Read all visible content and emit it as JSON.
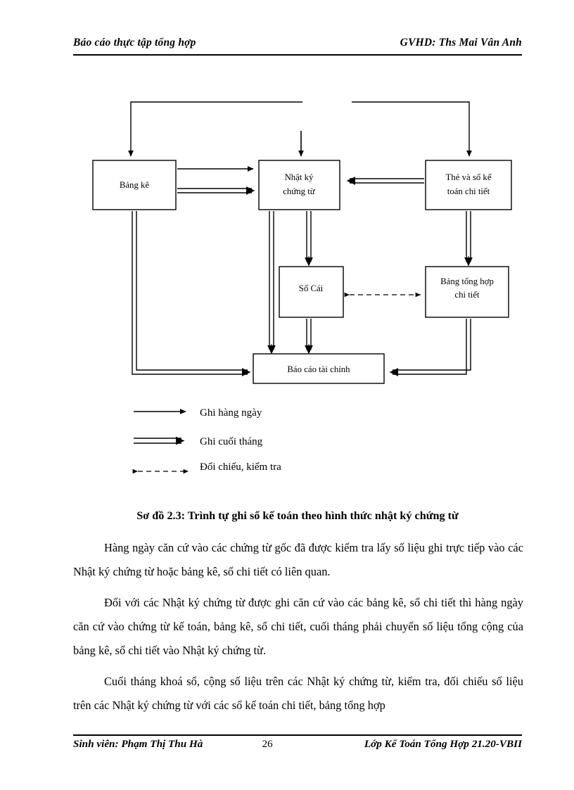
{
  "header": {
    "left": "Báo cáo thực tập tổng hợp",
    "right": "GVHD: Ths Mai Vân Anh"
  },
  "diagram": {
    "boxes": {
      "bang_ke": "Bảng kê",
      "nhat_ky_line1": "Nhật ký",
      "nhat_ky_line2": "chứng từ",
      "the_va_so_line1": "Thẻ và sổ kế",
      "the_va_so_line2": "toán chi tiết",
      "so_cai": "Sổ Cái",
      "bang_tong_hop_line1": "Bảng tổng hợp",
      "bang_tong_hop_line2": "chi tiết",
      "bao_cao": "Báo cáo tài chính"
    },
    "legend": [
      {
        "key": "daily",
        "label": "Ghi hàng ngày",
        "style": "thin-arrow"
      },
      {
        "key": "monthly",
        "label": "Ghi cuối tháng",
        "style": "double-arrow"
      },
      {
        "key": "check",
        "label": "Đối chiếu, kiểm tra",
        "style": "dashed-bidirectional"
      }
    ]
  },
  "caption": "Sơ đồ 2.3: Trình tự ghi sổ kế toán theo hình thức nhật ký chứng từ",
  "paragraphs": [
    "Hàng ngày căn cứ vào các chứng từ gốc đã được kiểm tra lấy số liệu ghi trực tiếp vào các Nhật ký chứng từ hoặc bảng kê, sổ chi tiết có liên quan.",
    "Đối với các Nhật ký chứng từ được ghi căn cứ vào các bảng kê, sổ chi tiết thì hàng ngày căn cứ vào chứng từ kế toán, bảng kê, sổ chi tiết, cuối tháng phải chuyển số liệu tổng cộng của bảng kê, sổ chi tiết vào Nhật ký chứng từ.",
    "Cuối tháng khoá sổ, cộng số liệu trên các Nhật ký chứng từ, kiểm tra, đối chiếu số liệu trên các Nhật ký chứng từ với các sổ kế toán chi tiết, bảng tổng hợp"
  ],
  "footer": {
    "left": "Sinh viên: Phạm Thị Thu Hà",
    "page": "26",
    "right": "Lớp Kế Toán Tổng Hợp 21.20-VBII"
  }
}
